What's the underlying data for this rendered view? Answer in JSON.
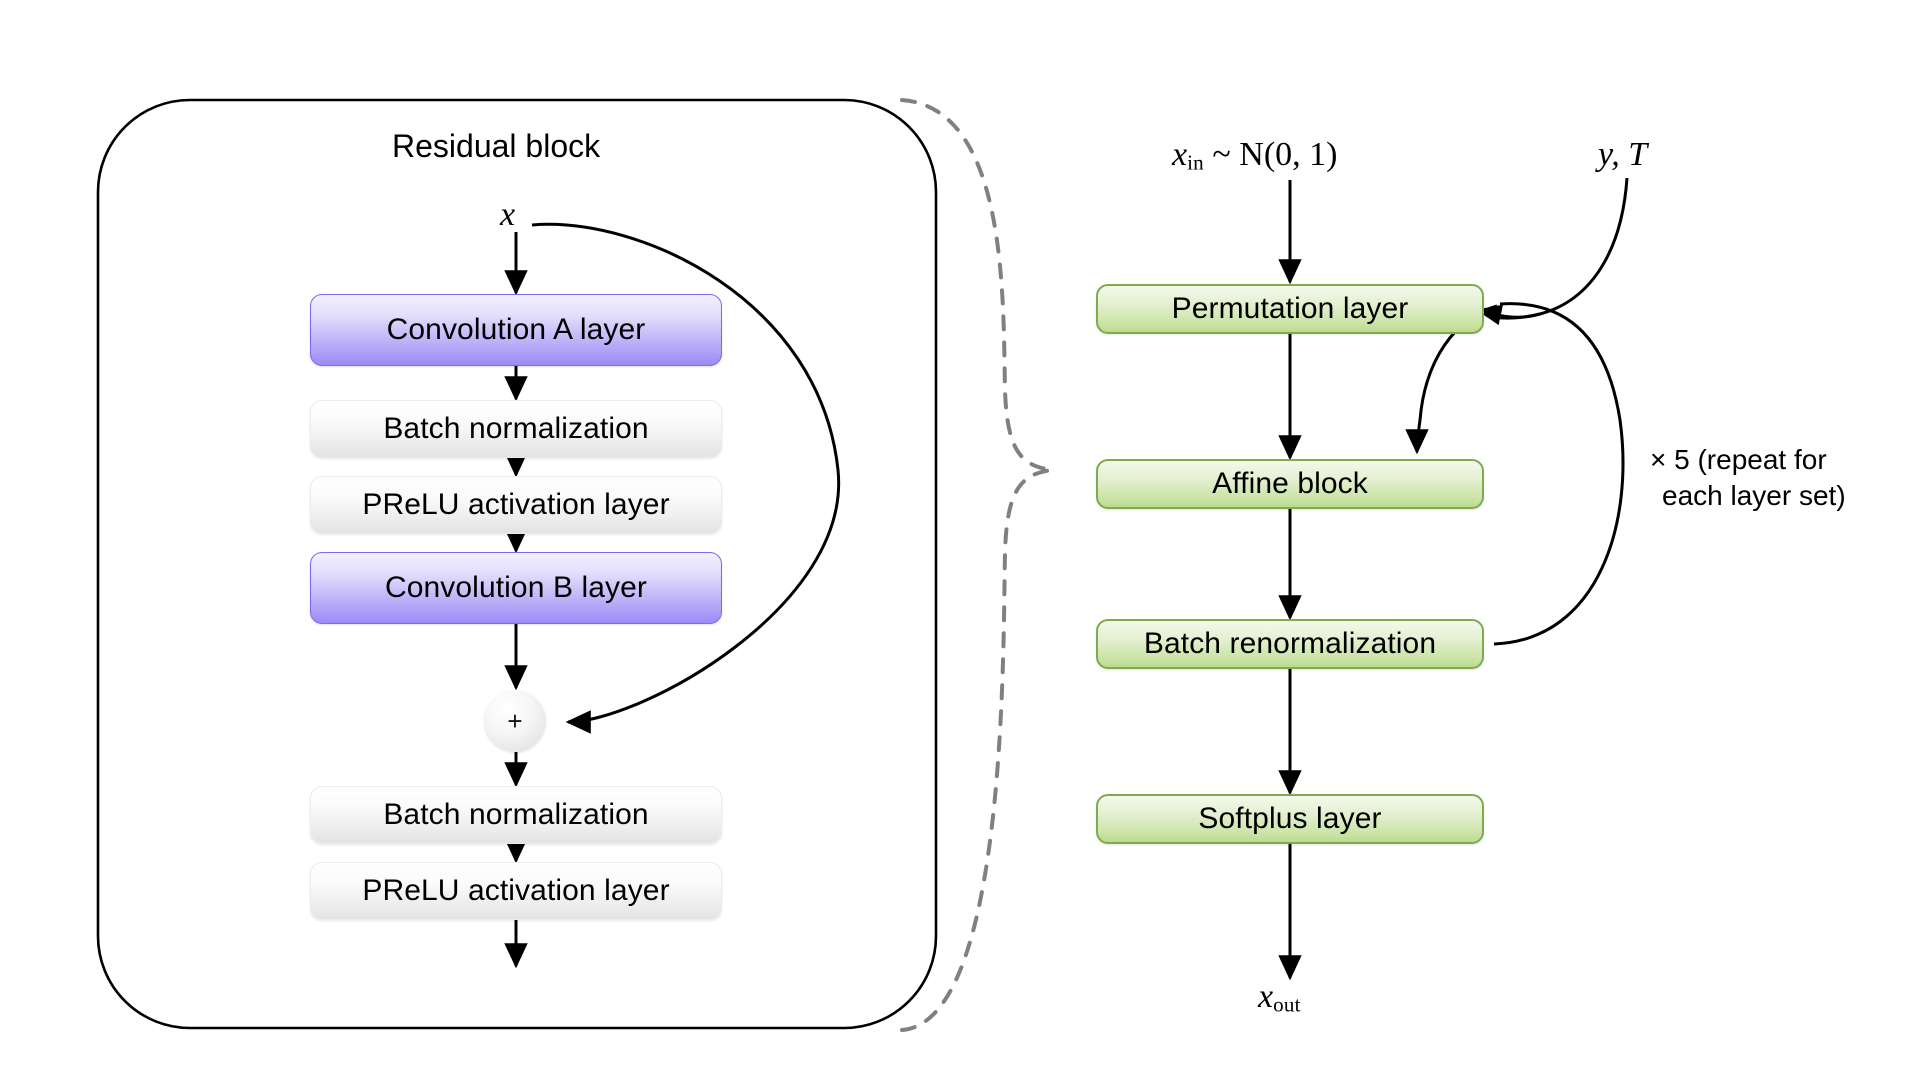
{
  "diagram": {
    "title": "Residual block",
    "left_panel": {
      "heading": "Residual block",
      "input_symbol_x": "x",
      "merge_symbol": "+",
      "nodes": [
        {
          "label": "Convolution A layer",
          "style": "purple"
        },
        {
          "label": "Batch normalization",
          "style": "gray"
        },
        {
          "label": "PReLU activation layer",
          "style": "gray"
        },
        {
          "label": "Convolution B layer",
          "style": "purple"
        },
        {
          "label": "Batch normalization",
          "style": "gray"
        },
        {
          "label": "PReLU activation layer",
          "style": "gray"
        }
      ]
    },
    "right_panel": {
      "input_label_x": "x",
      "input_label_sub": "in",
      "input_label_rest": " ~ N(0, 1)",
      "condition_label": "y, T",
      "output_label_x": "x",
      "output_label_sub": "out",
      "repeat_note_line1": "× 5 (repeat for",
      "repeat_note_line2": "each layer set)",
      "nodes": [
        {
          "label": "Permutation layer",
          "style": "green"
        },
        {
          "label": "Affine block",
          "style": "green"
        },
        {
          "label": "Batch renormalization",
          "style": "green"
        },
        {
          "label": "Softplus layer",
          "style": "green"
        }
      ]
    },
    "colors": {
      "purple_fill": "#9b8cf5",
      "purple_border": "#7b6af0",
      "green_fill": "#bcdb92",
      "green_border": "#7faa4e",
      "gray_fill": "#e3e3e3",
      "stroke": "#000000",
      "brace_stroke": "#808080"
    }
  }
}
